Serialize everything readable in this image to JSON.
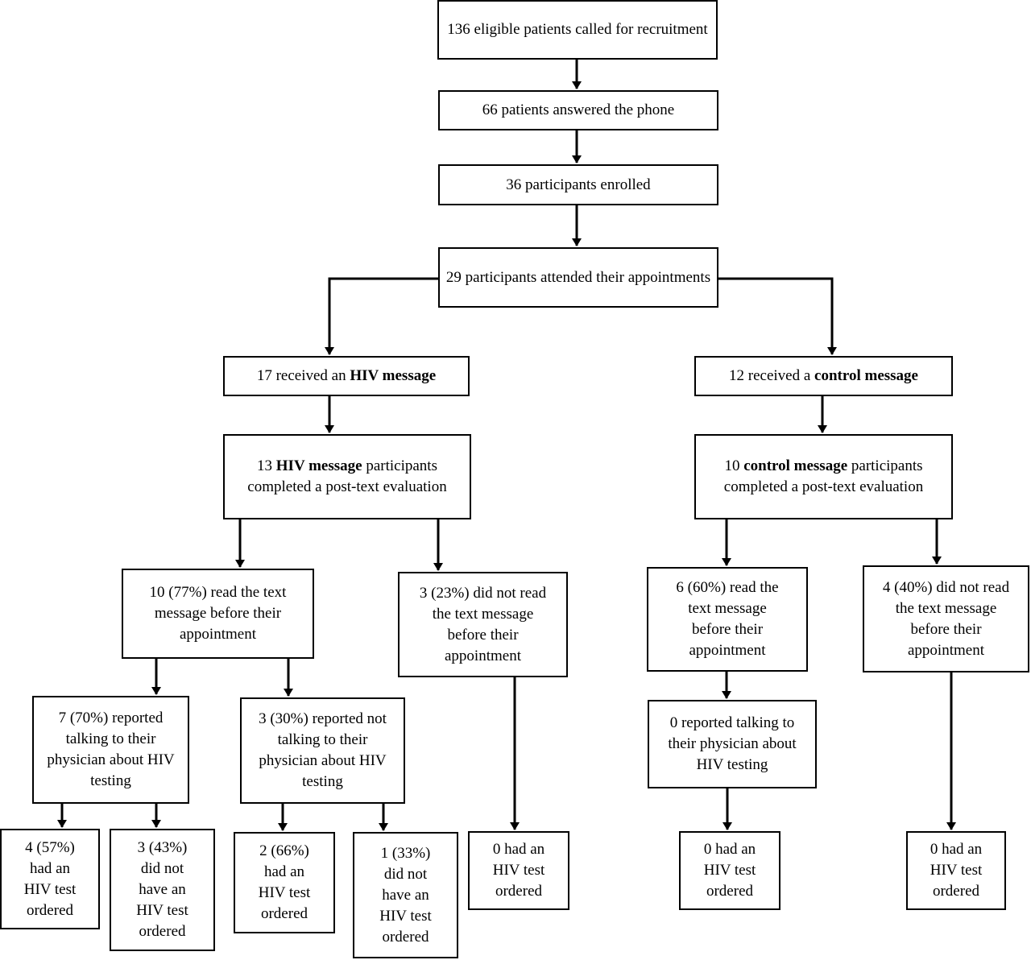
{
  "nodes": {
    "n1": {
      "text": "136 eligible patients called for recruitment"
    },
    "n2": {
      "text": "66 patients answered the phone"
    },
    "n3": {
      "text": "36 participants enrolled"
    },
    "n4": {
      "text": "29 participants attended their appointments"
    },
    "n5": {
      "pre": "17 received an ",
      "bold": "HIV message",
      "post": ""
    },
    "n6": {
      "pre": "12 received a ",
      "bold": "control message",
      "post": ""
    },
    "n7": {
      "pre": "13 ",
      "bold": "HIV message",
      "post": " participants completed a post-text evaluation"
    },
    "n8": {
      "pre": "10 ",
      "bold": "control message",
      "post": " participants completed a post-text evaluation"
    },
    "n9": {
      "text": "10 (77%) read the text message before their appointment"
    },
    "n10": {
      "text": "3 (23%) did not read the text message before their appointment"
    },
    "n11": {
      "text": "6 (60%) read the text message before their appointment"
    },
    "n12": {
      "text": "4 (40%) did not read the text message before their appointment"
    },
    "n13": {
      "text": "7 (70%) reported talking to their physician about HIV testing"
    },
    "n14": {
      "text": "3 (30%) reported not talking to their physician about HIV testing"
    },
    "n15": {
      "text": "0 reported talking to their physician about HIV testing"
    },
    "n16": {
      "text": "4 (57%) had an HIV test ordered"
    },
    "n17": {
      "text": "3 (43%) did not have an HIV test ordered"
    },
    "n18": {
      "text": "2 (66%) had an HIV test ordered"
    },
    "n19": {
      "text": "1 (33%) did not have an HIV test ordered"
    },
    "n20": {
      "text": "0 had an HIV test ordered"
    },
    "n21": {
      "text": "0 had an HIV test ordered"
    },
    "n22": {
      "text": "0 had an HIV test ordered"
    }
  }
}
